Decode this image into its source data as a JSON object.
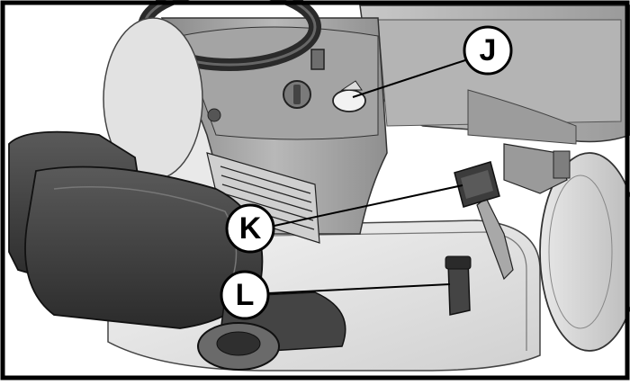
{
  "figure": {
    "callouts": [
      {
        "id": "J",
        "label": "J"
      },
      {
        "id": "K",
        "label": "K"
      },
      {
        "id": "L",
        "label": "L"
      }
    ]
  }
}
